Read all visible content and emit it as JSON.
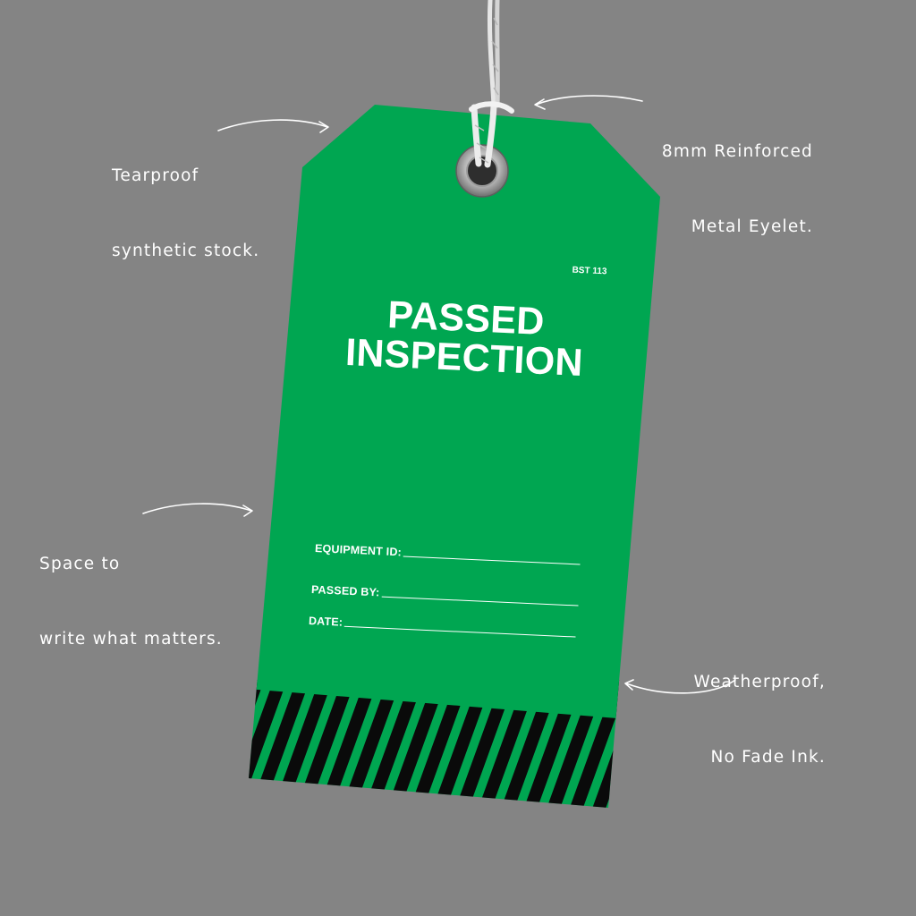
{
  "tag": {
    "code": "BST 113",
    "title_line1": "PASSED",
    "title_line2": "INSPECTION",
    "fields": [
      {
        "label": "EQUIPMENT ID:"
      },
      {
        "label": "PASSED BY:"
      },
      {
        "label": "DATE:"
      }
    ],
    "colors": {
      "tag_green": "#00a651",
      "stripe_black": "#0a0a0a",
      "background_gray": "#848484",
      "text_white": "#ffffff"
    }
  },
  "callouts": {
    "stock": {
      "line1": "Tearproof",
      "line2": "synthetic stock."
    },
    "eyelet": {
      "line1": "8mm Reinforced",
      "line2": "Metal Eyelet."
    },
    "space": {
      "line1": "Space to",
      "line2": "write what matters."
    },
    "ink": {
      "line1": "Weatherproof,",
      "line2": "No Fade Ink."
    }
  },
  "icons": [
    "string-icon",
    "metal-eyelet-icon",
    "hazard-stripes-icon",
    "curved-arrow-icon"
  ]
}
